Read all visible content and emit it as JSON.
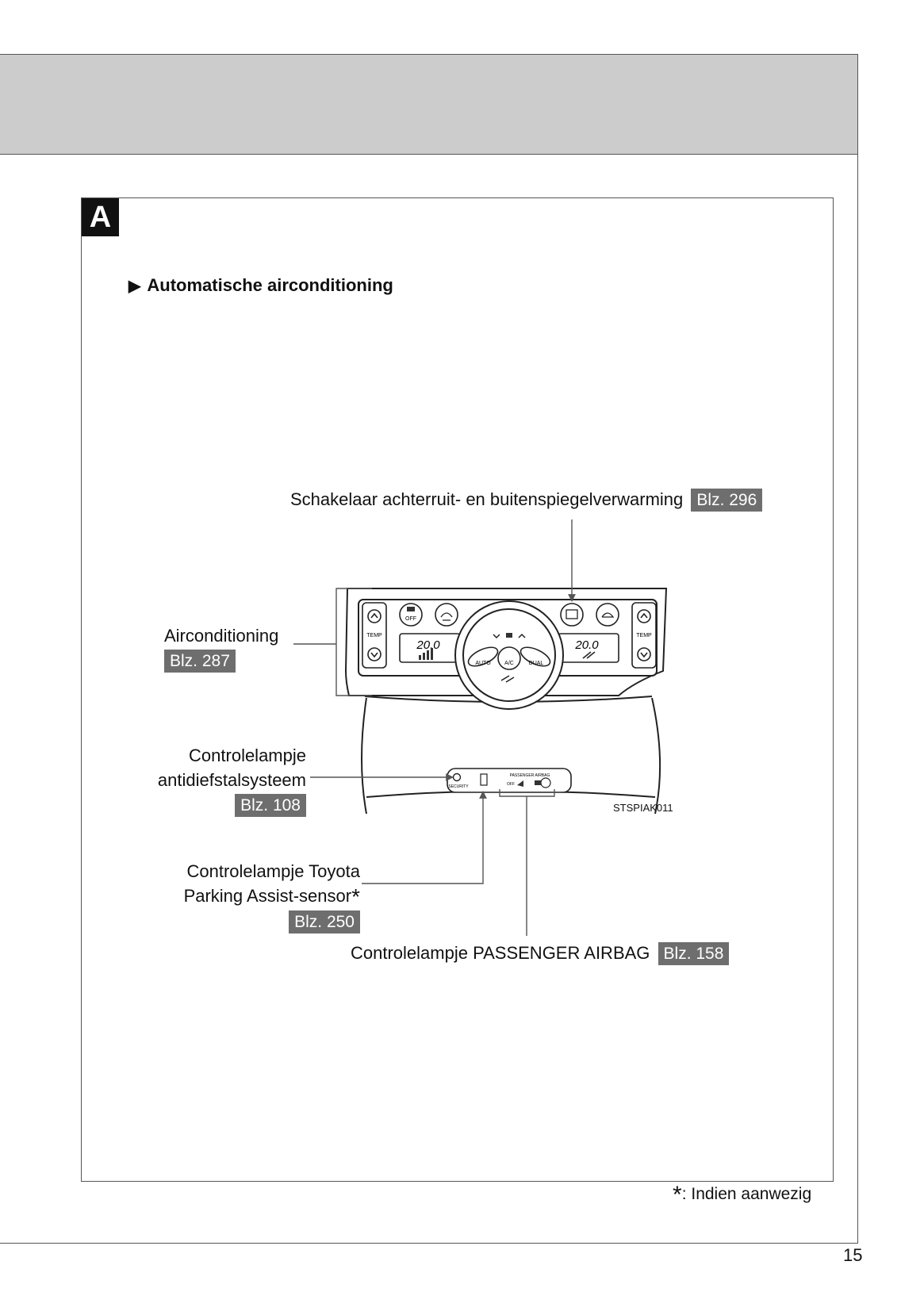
{
  "section": {
    "letter": "A"
  },
  "subheading": "Automatische airconditioning",
  "callouts": {
    "rear_defogger": {
      "text": "Schakelaar achterruit- en buitenspiegelverwarming",
      "page": "Blz. 296"
    },
    "air_conditioning": {
      "text": "Airconditioning",
      "page": "Blz. 287"
    },
    "theft_deterrent": {
      "line1": "Controlelampje",
      "line2": "antidiefstalsysteem",
      "page": "Blz. 108"
    },
    "parking_assist": {
      "line1": "Controlelampje Toyota",
      "line2": "Parking Assist-sensor",
      "star": "*",
      "page": "Blz. 250"
    },
    "passenger_airbag": {
      "text": "Controlelampje PASSENGER AIRBAG",
      "page": "Blz. 158"
    }
  },
  "panel_labels": {
    "temp_left": "TEMP",
    "temp_right": "TEMP",
    "display_left": "20.0",
    "display_right": "20.0",
    "off_button": "OFF",
    "auto_button": "AUTO",
    "ac_button": "A/C",
    "dual_button": "DUAL",
    "security_label": "SECURITY",
    "passenger_airbag_label": "PASSENGER AIRBAG",
    "airbag_off_label": "OFF"
  },
  "figure_code": "STSPIAK011",
  "footnote": {
    "star": "*",
    "text": ": Indien aanwezig"
  },
  "page_number": "15"
}
